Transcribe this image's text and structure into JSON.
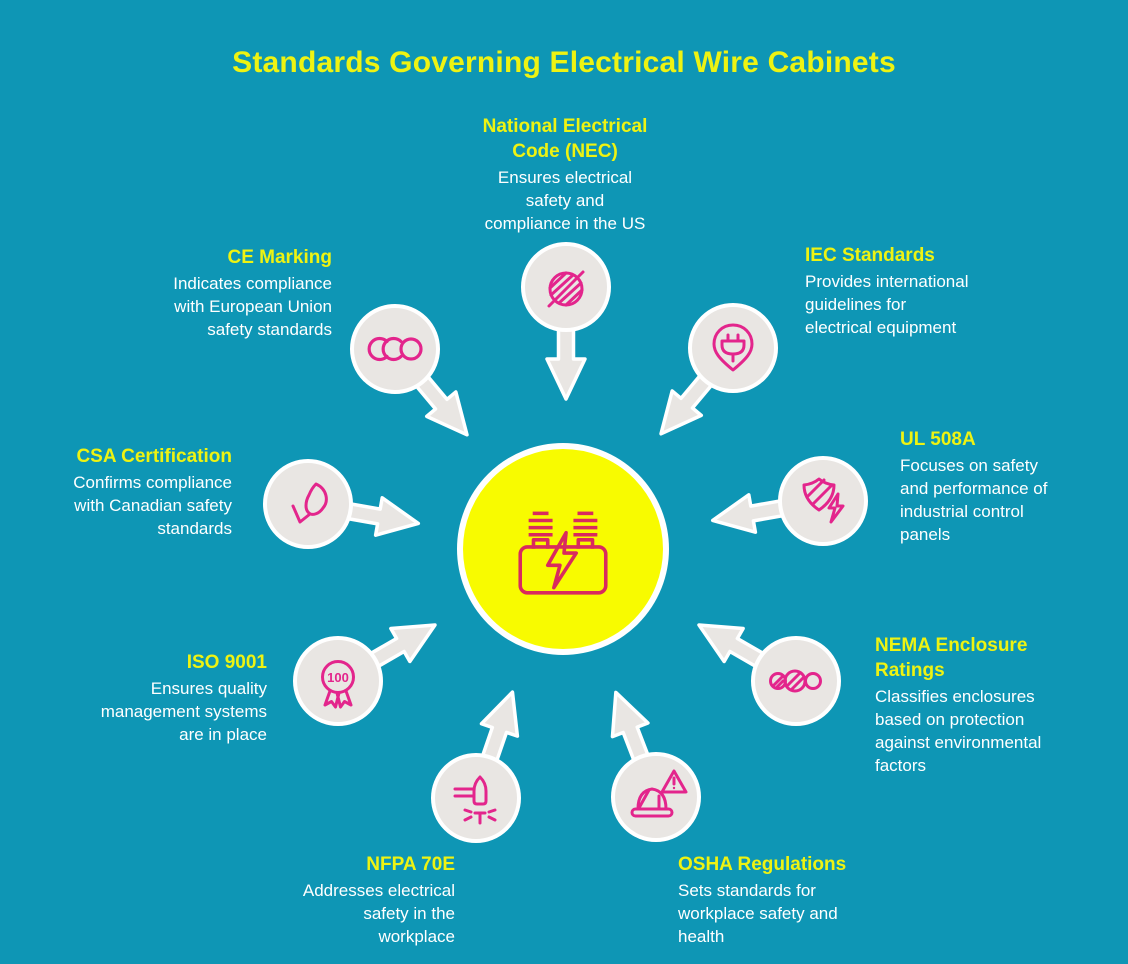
{
  "title": "Standards Governing Electrical Wire Cabinets",
  "colors": {
    "background": "#0e96b5",
    "accent_yellow": "#eef312",
    "text_white": "#ffffff",
    "satellite_icon_pink": "#e3258c",
    "center_icon_crimson": "#d92a5e",
    "node_gray": "#e9e6e3",
    "hub_yellow": "#f8fb00",
    "arrow_gray": "#e9e6e3"
  },
  "center": {
    "icon": "electrical-cabinet-icon"
  },
  "items": [
    {
      "label": "National Electrical\nCode (NEC)",
      "description": "Ensures electrical\nsafety and\ncompliance in the US",
      "icon": "slashed-striped-circle-icon"
    },
    {
      "label": "IEC Standards",
      "description": "Provides international\nguidelines for\nelectrical equipment",
      "icon": "plug-location-pin-icon"
    },
    {
      "label": "UL 508A",
      "description": "Focuses on safety\nand performance of\nindustrial control\npanels",
      "icon": "shield-lightning-icon"
    },
    {
      "label": "NEMA Enclosure\nRatings",
      "description": "Classifies enclosures\nbased on protection\nagainst environmental\nfactors",
      "icon": "linked-circles-icon"
    },
    {
      "label": "OSHA Regulations",
      "description": "Sets standards for\nworkplace safety and\nhealth",
      "icon": "hard-hat-warning-icon"
    },
    {
      "label": "NFPA 70E",
      "description": "Addresses electrical\nsafety in the\nworkplace",
      "icon": "torch-spark-icon"
    },
    {
      "label": "ISO 9001",
      "description": "Ensures quality\nmanagement systems\nare in place",
      "icon": "medal-100-icon",
      "badge_text": "100"
    },
    {
      "label": "CSA Certification",
      "description": "Confirms compliance\nwith Canadian safety\nstandards",
      "icon": "leaf-check-icon"
    },
    {
      "label": "CE Marking",
      "description": "Indicates compliance\nwith European Union\nsafety standards",
      "icon": "ce-letters-icon"
    }
  ]
}
